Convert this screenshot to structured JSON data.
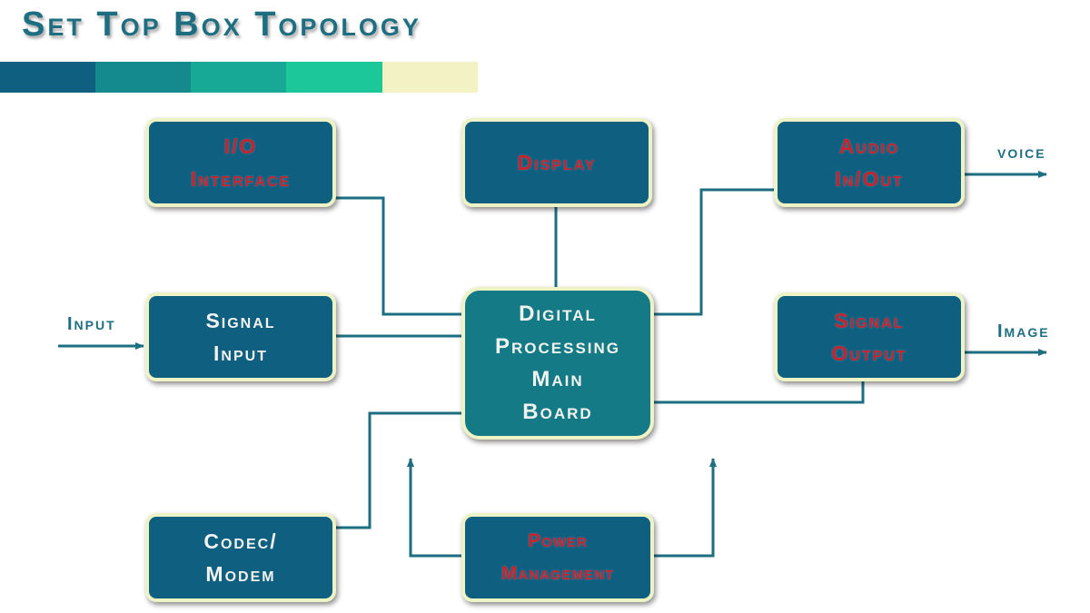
{
  "title": "Set Top Box Topology",
  "color_bar": [
    "#0e5f80",
    "#148a8e",
    "#17a896",
    "#1cc79a",
    "#f2f2c4"
  ],
  "colors": {
    "box_fill": "#0e5f80",
    "center_fill": "#137a86",
    "box_border": "#eef3c6",
    "line": "#1e6e82",
    "red_text": "#c8232d",
    "white_text": "#f2f2ee"
  },
  "blocks": {
    "io_interface": "I/O\nInterface",
    "display": "Display",
    "audio": "Audio\nIn/Out",
    "signal_input": "Signal\nInput",
    "main_board": "Digital\nProcessing\nMain\nBoard",
    "signal_output": "Signal\nOutput",
    "codec_modem": "Codec/\nModem",
    "power": "Power\nManagement"
  },
  "external": {
    "input": "Input",
    "voice": "voice",
    "image": "Image"
  }
}
